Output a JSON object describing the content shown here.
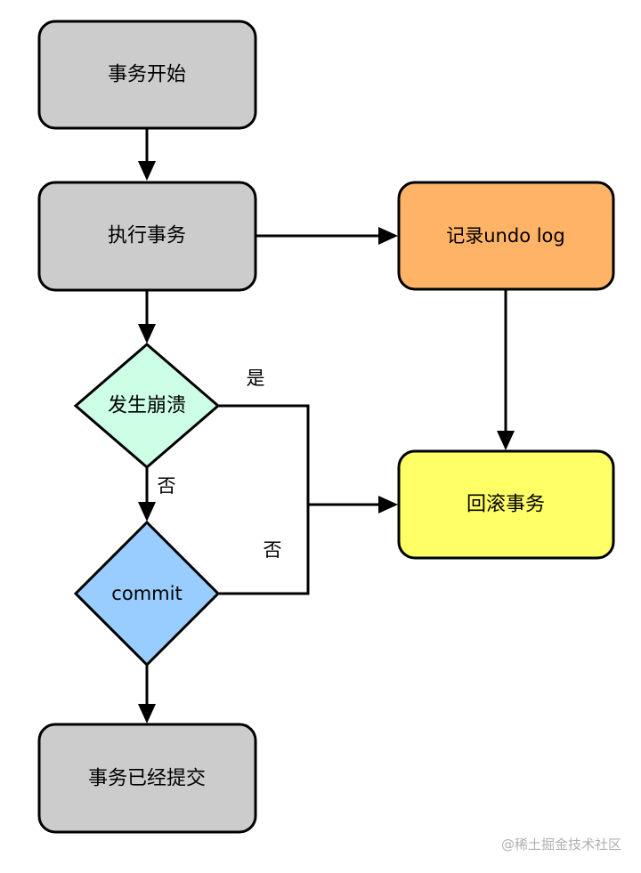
{
  "nodes": {
    "start": {
      "label": "事务开始",
      "fill": "#cccccc"
    },
    "execute": {
      "label": "执行事务",
      "fill": "#cccccc"
    },
    "undo_log": {
      "label": "记录undo log",
      "fill": "#ffb366"
    },
    "crash": {
      "label": "发生崩溃",
      "fill": "#ccffe6"
    },
    "rollback": {
      "label": "回滚事务",
      "fill": "#ffff66"
    },
    "commit": {
      "label": "commit",
      "fill": "#99ccff"
    },
    "committed": {
      "label": "事务已经提交",
      "fill": "#cccccc"
    }
  },
  "edge_labels": {
    "crash_yes": "是",
    "crash_no": "否",
    "commit_no": "否"
  },
  "stroke_color": "#000000",
  "watermark": "@稀土掘金技术社区"
}
